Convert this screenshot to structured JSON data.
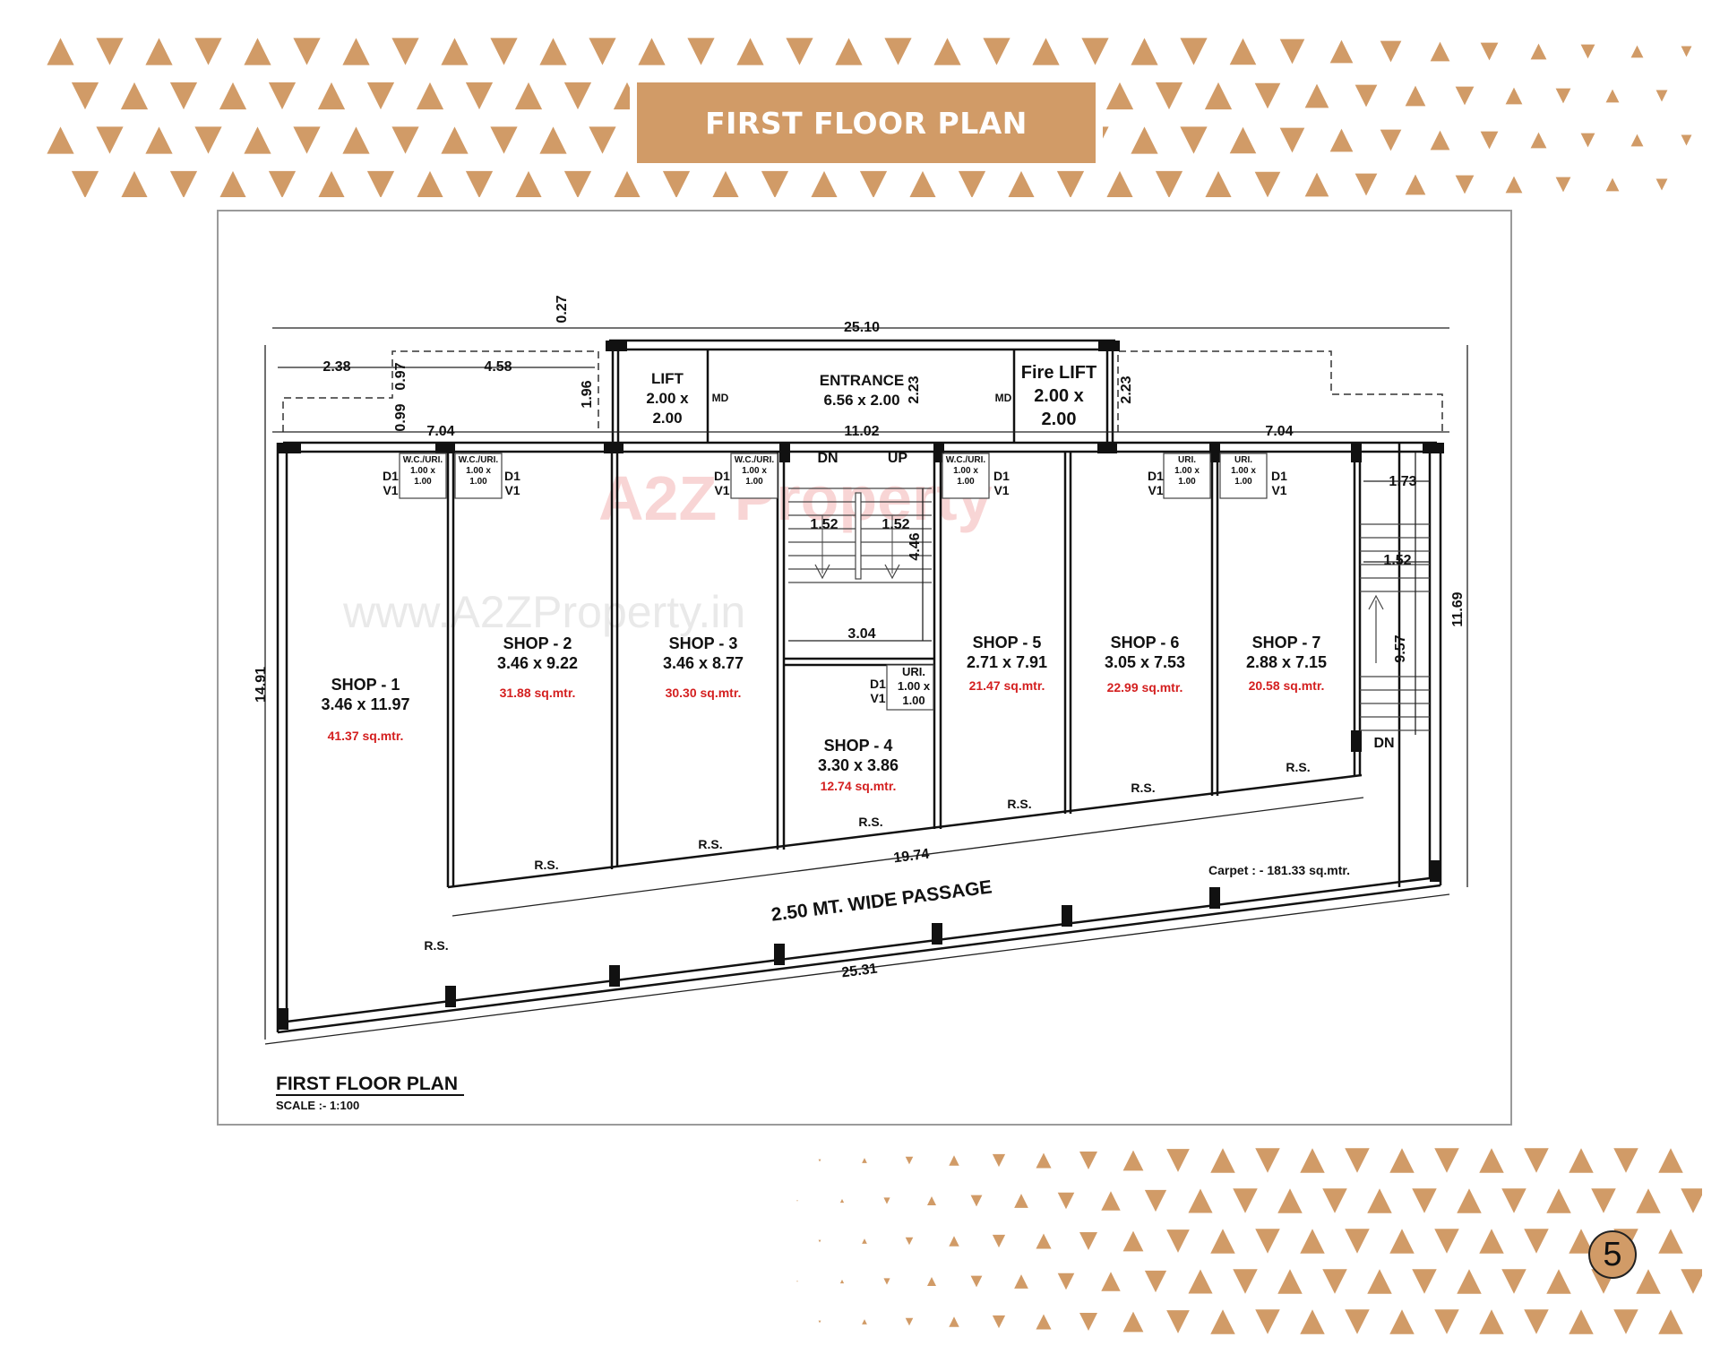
{
  "header": {
    "title": "FIRST FLOOR PLAN"
  },
  "watermark": {
    "brand": "A2Z Property",
    "url": "www.A2ZProperty.in"
  },
  "colors": {
    "accent": "#d19b67",
    "area_text": "#d42020",
    "line": "#111111"
  },
  "plan": {
    "dimensions": {
      "total_top": "25.10",
      "total_bottom": "25.31",
      "left_height": "14.91",
      "right_height": "11.69",
      "left_wing": "7.04",
      "center": "11.02",
      "right_wing": "7.04",
      "left_a": "2.38",
      "left_b": "4.58",
      "left_v1": "0.97",
      "left_v2": "0.99",
      "offset": "0.27",
      "lift_depth": "1.96",
      "entrance_depth": "2.23",
      "fire_depth": "2.23",
      "stair_w1": "1.52",
      "stair_w2": "1.52",
      "stair_depth": "4.46",
      "stair_total": "3.04",
      "right_stair_w": "1.73",
      "right_stair_w2": "1.52",
      "right_stair_len": "9.57",
      "shop_front": "19.74"
    },
    "core": {
      "lift": {
        "label": "LIFT",
        "size1": "2.00 x",
        "size2": "2.00"
      },
      "entrance": {
        "label": "ENTRANCE",
        "size": "6.56 x 2.00"
      },
      "fire_lift": {
        "label": "Fire LIFT",
        "size1": "2.00 x",
        "size2": "2.00"
      },
      "md": "MD",
      "dn": "DN",
      "up": "UP"
    },
    "shops": [
      {
        "name": "SHOP - 1",
        "size": "3.46 x 11.97",
        "area": "41.37 sq.mtr."
      },
      {
        "name": "SHOP - 2",
        "size": "3.46 x 9.22",
        "area": "31.88 sq.mtr."
      },
      {
        "name": "SHOP - 3",
        "size": "3.46 x 8.77",
        "area": "30.30 sq.mtr."
      },
      {
        "name": "SHOP - 4",
        "size": "3.30 x 3.86",
        "area": "12.74 sq.mtr."
      },
      {
        "name": "SHOP - 5",
        "size": "2.71 x 7.91",
        "area": "21.47 sq.mtr."
      },
      {
        "name": "SHOP - 6",
        "size": "3.05 x 7.53",
        "area": "22.99 sq.mtr."
      },
      {
        "name": "SHOP - 7",
        "size": "2.88 x 7.15",
        "area": "20.58 sq.mtr."
      }
    ],
    "toilets": {
      "wc_label": "W.C./URI.",
      "uri_label": "URI.",
      "size1": "1.00 x",
      "size2": "1.00",
      "door": "D1",
      "vent": "V1"
    },
    "rs": "R.S.",
    "passage": "2.50 MT. WIDE PASSAGE",
    "carpet": "Carpet : - 181.33 sq.mtr.",
    "caption": "FIRST FLOOR PLAN",
    "scale": "SCALE :- 1:100"
  },
  "page_number": "5"
}
